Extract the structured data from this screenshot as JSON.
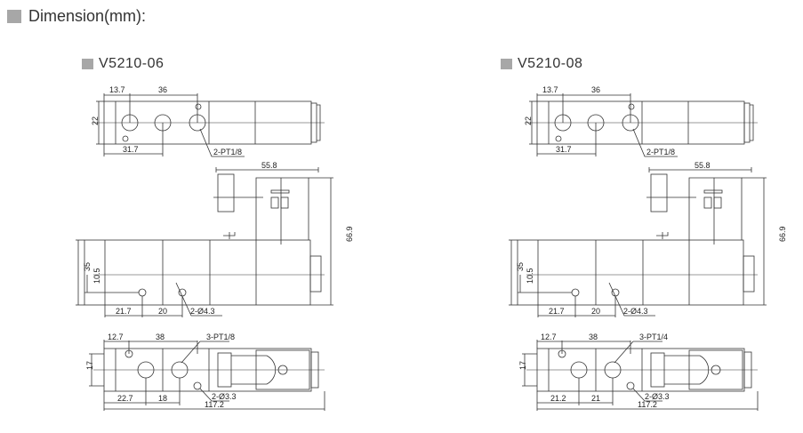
{
  "header": {
    "title": "Dimension(mm):"
  },
  "models": [
    {
      "name": "V5210-06",
      "top_view": {
        "d1": "13.7",
        "d2": "36",
        "d3": "22",
        "d4": "31.7",
        "port": "2-PT1/8"
      },
      "side_view": {
        "d1": "55.8",
        "d2": "66.9",
        "d3": "35",
        "d4": "10.5",
        "d5": "21.7",
        "d6": "20",
        "hole": "2-Ø4.3"
      },
      "bottom_view": {
        "d1": "12.7",
        "d2": "38",
        "port": "3-PT1/8",
        "d3": "17",
        "d4": "22.7",
        "d5": "18",
        "hole": "2-Ø3.3",
        "total": "117.2"
      }
    },
    {
      "name": "V5210-08",
      "top_view": {
        "d1": "13.7",
        "d2": "36",
        "d3": "22",
        "d4": "31.7",
        "port": "2-PT1/8"
      },
      "side_view": {
        "d1": "55.8",
        "d2": "66.9",
        "d3": "35",
        "d4": "10.5",
        "d5": "21.7",
        "d6": "20",
        "hole": "2-Ø4.3"
      },
      "bottom_view": {
        "d1": "12.7",
        "d2": "38",
        "port": "3-PT1/4",
        "d3": "17",
        "d4": "21.2",
        "d5": "21",
        "hole": "2-Ø3.3",
        "total": "117.2"
      }
    }
  ]
}
